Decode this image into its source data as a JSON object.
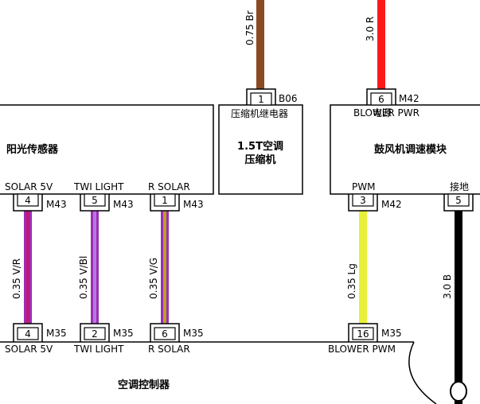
{
  "modules": {
    "sun_sensor": "阳光传感器",
    "compressor_relay": "压缩机继电器",
    "compressor_line1": "1.5T空调",
    "compressor_line2": "压缩机",
    "blower_module": "鼓风机调速模块",
    "blower_power_overlay": "电源",
    "ac_controller": "空调控制器"
  },
  "wires": {
    "top_brown": "0.75 Br",
    "top_red": "3.0 R",
    "solar": "0.35 V/R",
    "twi": "0.35 V/Bl",
    "rsolar": "0.35 V/G",
    "pwm": "0.35 Lg",
    "ground": "3.0 B"
  },
  "signals": {
    "solar_5v": "SOLAR 5V",
    "twi_light": "TWI LIGHT",
    "r_solar": "R SOLAR",
    "pwm": "PWM",
    "ground": "接地",
    "blower_pwr": "BLOWER PWR",
    "blower_pwm": "BLOWER PWM"
  },
  "pins": {
    "b06": "1",
    "m42_pwr": "6",
    "m43_solar": "4",
    "m43_twi": "5",
    "m43_rsolar": "1",
    "m42_pwm": "3",
    "gnd": "5",
    "m35_solar": "4",
    "m35_twi": "2",
    "m35_rsolar": "6",
    "m35_pwm": "16"
  },
  "connectors": {
    "b06": "B06",
    "m42": "M42",
    "m43": "M43",
    "m35": "M35"
  },
  "colors": {
    "brown": "#8b4a24",
    "red": "#ff1a1a",
    "purple": "#9b2db5",
    "magenta": "#c0187a",
    "lightgreen": "#e8f03a",
    "olive": "#b8a020",
    "black": "#000000"
  }
}
